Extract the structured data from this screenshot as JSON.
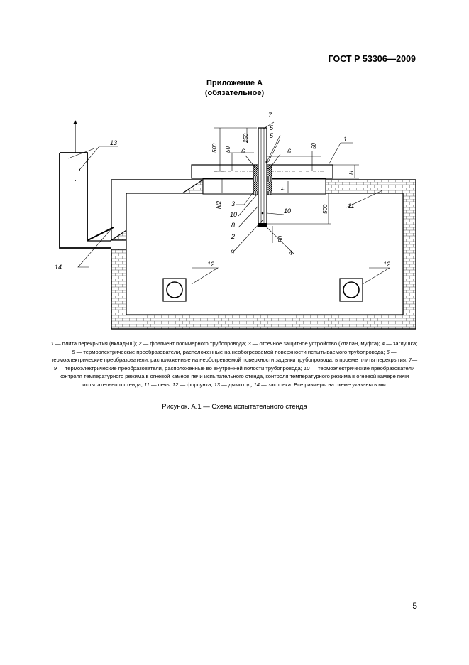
{
  "header": {
    "standard_code": "ГОСТ Р 53306—2009"
  },
  "appendix": {
    "title": "Приложение А",
    "subtitle": "(обязательное)"
  },
  "figure": {
    "labels": {
      "n1": "1",
      "n2": "2",
      "n3": "3",
      "n4": "4",
      "n5": "5",
      "n5b": "5",
      "n6": "6",
      "n6b": "6",
      "n7": "7",
      "n8": "8",
      "n9": "9",
      "n10": "10",
      "n10b": "10",
      "n11": "11",
      "n12": "12",
      "n12b": "12",
      "n13": "13",
      "n14": "14"
    },
    "dimensions": {
      "d500_left": "500",
      "d50_left": "50",
      "d250": "250",
      "d50_right": "50",
      "dH": "H",
      "dh2": "h/2",
      "dh": "h",
      "d500_right": "500",
      "d50_bottom": "50"
    },
    "legend": [
      {
        "num": "1",
        "text": " — плита перекрытия (вкладыш); "
      },
      {
        "num": "2",
        "text": " — фрагмент полимерного трубопровода; "
      },
      {
        "num": "3",
        "text": " — отсечное защитное устройство (клапан, муфта); "
      },
      {
        "num": "4",
        "text": " — заглушка; "
      },
      {
        "num": "5",
        "text": " — термоэлектрические преобразователи, расположенные на необогреваемой поверхности испытываемого трубопровода; "
      },
      {
        "num": "6",
        "text": " — термоэлектрические преобразователи, расположенные на необогреваемой поверхности заделки трубопровода, в проеме плиты перекрытия, "
      },
      {
        "num": "7— 9",
        "text": " — термоэлектрические преобразователи, расположенные во внутренней полости трубопровода; "
      },
      {
        "num": "10",
        "text": " — термоэлектрические преобразователи контроля температурного режима в огневой камере печи испытательного стенда, контроля температурного режима в огневой камере печи испытательного стенда; "
      },
      {
        "num": "11",
        "text": " — печь; "
      },
      {
        "num": "12",
        "text": " — форсунка; "
      },
      {
        "num": "13",
        "text": " — дымоход; "
      },
      {
        "num": "14",
        "text": " — заслонка. Все размеры на схеме указаны в мм"
      }
    ],
    "caption": "Рисунок. А.1 — Схема испытательного стенда"
  },
  "page_number": "5"
}
